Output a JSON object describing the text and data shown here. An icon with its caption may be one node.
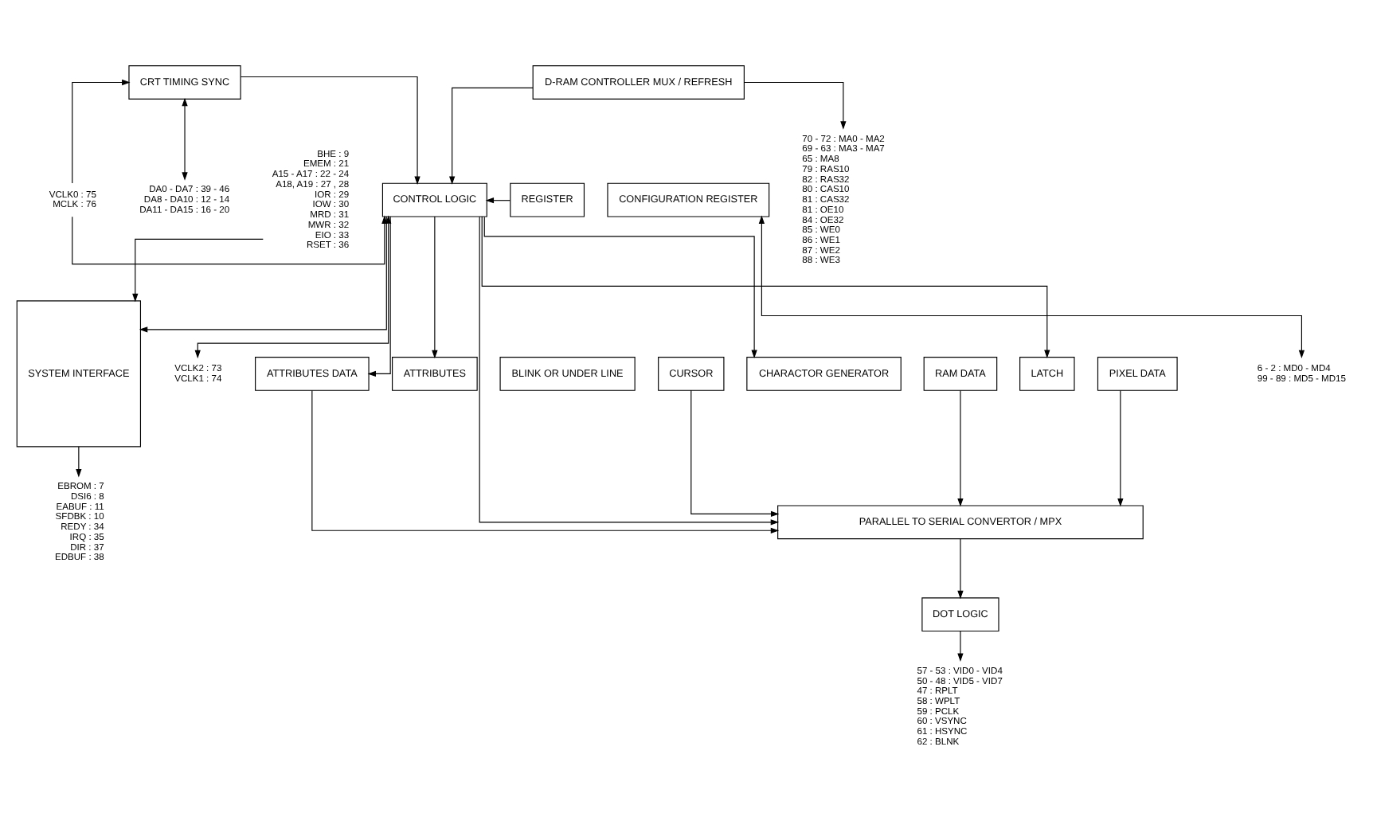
{
  "diagram": {
    "nodes": [
      {
        "text": [
          "DA0 - DA7 : 39 - 46",
          "DA8 - DA10 : 12 - 14",
          "DA11 - DA15 : 16 - 20"
        ]
      },
      {
        "text": [
          "CRT TIMING SYNC"
        ]
      },
      {
        "text": [
          "D-RAM CONTROLLER MUX / REFRESH"
        ]
      },
      {
        "text": [
          "70 - 72 : MA0 - MA2",
          "69 - 63 : MA3 - MA7",
          "65 : MA8",
          "79 : RAS10",
          "82 : RAS32",
          "80 : CAS10",
          "81 : CAS32",
          "81 : OE10",
          "84 : OE32",
          "85 : WE0",
          "86 : WE1",
          "87 : WE2",
          "88 : WE3"
        ]
      },
      {
        "text": [
          "VCLK0 : 75",
          "MCLK : 76"
        ]
      },
      {
        "text": [
          "CONTROL LOGIC"
        ]
      },
      {
        "text": [
          "REGISTER"
        ]
      },
      {
        "text": [
          "CONFIGURATION REGISTER"
        ]
      },
      {
        "text": [
          "6 - 2 : MD0 - MD4",
          "99 - 89 : MD5 - MD15"
        ]
      },
      {
        "text": [
          "VCLK2 : 73",
          "VCLK1 : 74"
        ]
      },
      {
        "text": [
          "BHE : 9",
          "EMEM : 21",
          "A15 - A17 : 22 - 24",
          "A18, A19 : 27 , 28",
          "IOR : 29",
          "IOW : 30",
          "MRD : 31",
          "MWR : 32",
          "EIO : 33",
          "RSET : 36"
        ]
      },
      {
        "text": [
          "SYSTEM INTERFACE"
        ]
      },
      {
        "text": [
          "ATTRIBUTES DATA"
        ]
      },
      {
        "text": [
          "ATTRIBUTES"
        ]
      },
      {
        "text": [
          "BLINK OR UNDER LINE"
        ]
      },
      {
        "text": [
          "CURSOR"
        ]
      },
      {
        "text": [
          "CHARACTOR GENERATOR"
        ]
      },
      {
        "text": [
          "RAM DATA"
        ]
      },
      {
        "text": [
          "LATCH"
        ]
      },
      {
        "text": [
          "PIXEL DATA"
        ]
      },
      {
        "text": [
          "EBROM : 7",
          "DSI6 : 8",
          "EABUF : 11",
          "SFDBK : 10",
          "REDY : 34",
          "IRQ : 35",
          "DIR : 37",
          "EDBUF : 38"
        ]
      },
      {
        "text": [
          "PARALLEL TO SERIAL CONVERTOR / MPX"
        ]
      },
      {
        "text": [
          "DOT LOGIC"
        ]
      },
      {
        "text": [
          "57 - 53 : VID0 - VID4",
          "50 - 48 : VID5 - VID7",
          "47 : RPLT",
          "58 : WPLT",
          "59 : PCLK",
          "60 : VSYNC",
          "61 : HSYNC",
          "62 : BLNK"
        ]
      }
    ],
    "edges": [
      {
        "from": 1,
        "to": 0,
        "arrow": "both"
      },
      {
        "from": 1,
        "to": 5,
        "arrow": "to"
      },
      {
        "from": 2,
        "to": 5,
        "arrow": "to"
      },
      {
        "from": 2,
        "to": 3,
        "arrow": "to"
      },
      {
        "from": 4,
        "to": 5,
        "arrow": "to"
      },
      {
        "from": 4,
        "to": 1,
        "arrow": "to"
      },
      {
        "from": 6,
        "to": 5,
        "arrow": "to"
      },
      {
        "from": 7,
        "to": 8,
        "arrow": "both"
      },
      {
        "from": 5,
        "to": 9,
        "arrow": "both"
      },
      {
        "from": 5,
        "to": 11,
        "arrow": "to"
      },
      {
        "from": 5,
        "to": 21,
        "arrow": "to"
      },
      {
        "from": 5,
        "to": 12,
        "arrow": "to"
      },
      {
        "from": 5,
        "to": 13,
        "arrow": "to"
      },
      {
        "from": 5,
        "to": 16,
        "arrow": "to"
      },
      {
        "from": 5,
        "to": 18,
        "arrow": "to"
      },
      {
        "from": 10,
        "to": 11,
        "arrow": "to"
      },
      {
        "from": 11,
        "to": 20,
        "arrow": "to"
      },
      {
        "from": 12,
        "to": 21,
        "arrow": "to"
      },
      {
        "from": 15,
        "to": 21,
        "arrow": "to"
      },
      {
        "from": 17,
        "to": 21,
        "arrow": "to"
      },
      {
        "from": 19,
        "to": 21,
        "arrow": "to"
      },
      {
        "from": 21,
        "to": 22,
        "arrow": "to"
      },
      {
        "from": 22,
        "to": 23,
        "arrow": "to"
      }
    ]
  }
}
